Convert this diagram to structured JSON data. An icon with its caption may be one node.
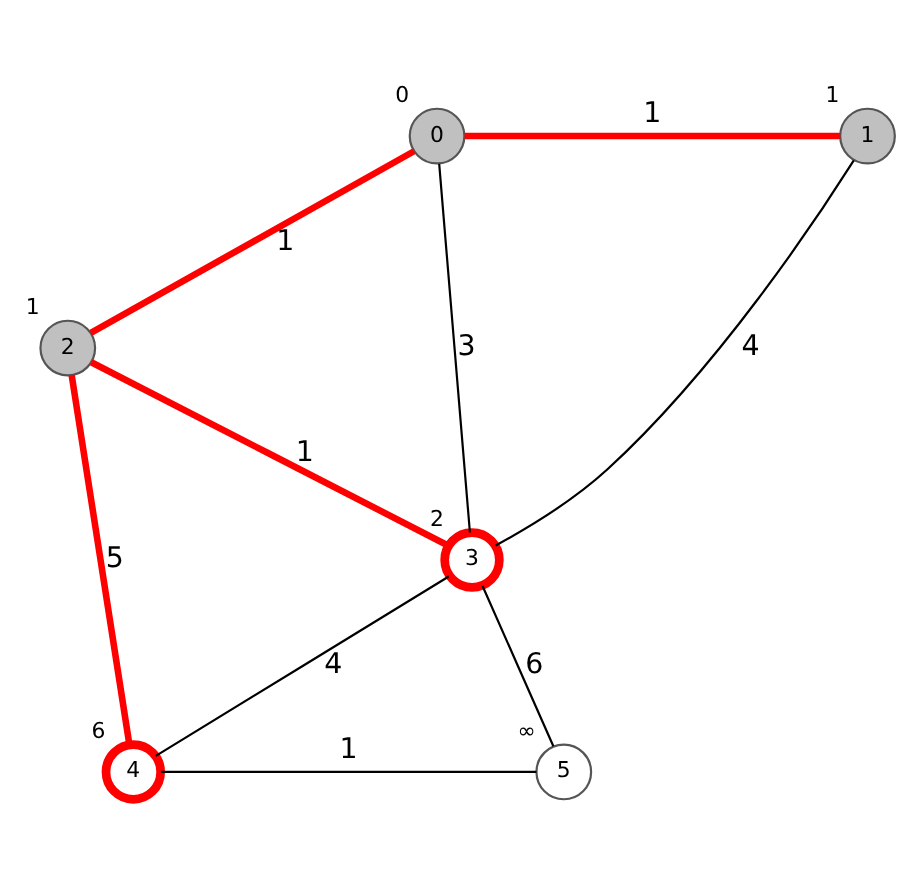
{
  "diagram": {
    "nodes": [
      {
        "text": [
          "0"
        ],
        "beside": [
          "0"
        ]
      },
      {
        "text": [
          "1"
        ],
        "beside": [
          "1"
        ]
      },
      {
        "text": [
          "2"
        ],
        "beside": [
          "1"
        ]
      },
      {
        "text": [
          "3"
        ],
        "beside": [
          "2"
        ]
      },
      {
        "text": [
          "4"
        ],
        "beside": [
          "6"
        ]
      },
      {
        "text": [
          "5"
        ],
        "beside": [
          "∞"
        ]
      }
    ],
    "edges": [
      {
        "from": 0,
        "to": 1,
        "arrow": "none",
        "label": "1",
        "style": "thick",
        "color": "#ff0000"
      },
      {
        "from": 0,
        "to": 2,
        "arrow": "none",
        "label": "1",
        "style": "thick",
        "color": "#ff0000"
      },
      {
        "from": 0,
        "to": 3,
        "arrow": "none",
        "label": "3"
      },
      {
        "from": 1,
        "to": 3,
        "arrow": "none",
        "label": "4"
      },
      {
        "from": 2,
        "to": 3,
        "arrow": "none",
        "label": "1",
        "style": "thick",
        "color": "#ff0000"
      },
      {
        "from": 2,
        "to": 4,
        "arrow": "none",
        "label": "5",
        "style": "thick",
        "color": "#ff0000"
      },
      {
        "from": 3,
        "to": 4,
        "arrow": "none",
        "label": "4"
      },
      {
        "from": 3,
        "to": 5,
        "arrow": "none",
        "label": "6"
      },
      {
        "from": 4,
        "to": 5,
        "arrow": "none",
        "label": "1"
      }
    ]
  }
}
